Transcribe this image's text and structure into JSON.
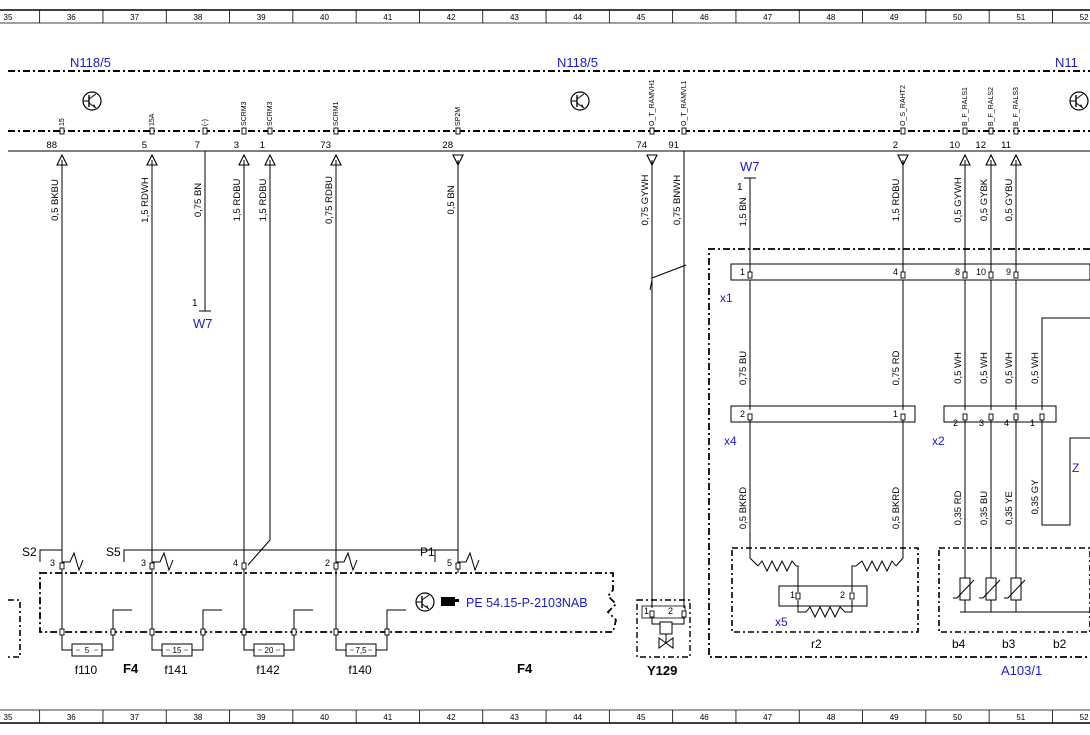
{
  "ruler": {
    "start": 35,
    "labels": [
      "35",
      "36",
      "37",
      "38",
      "39",
      "40",
      "41",
      "42",
      "43",
      "44",
      "45",
      "46",
      "47",
      "48",
      "49",
      "50",
      "51",
      "52"
    ]
  },
  "components": {
    "n118_left": "N118/5",
    "n118_right": "N118/5",
    "n118_cut": "N11",
    "f4_left": "F4",
    "f4_right": "F4",
    "y129": "Y129",
    "a103": "A103/1",
    "w7_left": "W7",
    "w7_right": "W7",
    "z_cut": "Z",
    "x1": "x1",
    "x4": "x4",
    "x2": "x2",
    "x5": "x5",
    "r2": "r2",
    "b4": "b4",
    "b3": "b3",
    "b2": "b2",
    "s2": "S2",
    "s5": "S5",
    "p1": "P1"
  },
  "reference": {
    "text": "PE 54.15-P-2103NAB"
  },
  "fuses": [
    {
      "value": "5",
      "name": "f110"
    },
    {
      "value": "15",
      "name": "f141"
    },
    {
      "value": "20",
      "name": "f142"
    },
    {
      "value": "7,5",
      "name": "f140"
    }
  ],
  "n118_pins": [
    {
      "signal": "15",
      "pin": "88",
      "direction": "out",
      "wire": "0,5 BKBU"
    },
    {
      "signal": "15A",
      "pin": "5",
      "direction": "out",
      "wire": "1,5 RDWH"
    },
    {
      "signal": "(-)",
      "pin": "7",
      "direction": "none",
      "wire": "0,75 BN"
    },
    {
      "signal": "SCRM3",
      "pin": "3",
      "direction": "out",
      "wire": "1,5 RDBU"
    },
    {
      "signal": "SCRM3",
      "pin": "1",
      "direction": "out",
      "wire": "1,5 RDBU"
    },
    {
      "signal": "SCRM1",
      "pin": "73",
      "direction": "out",
      "wire": "0,75 RDBU"
    },
    {
      "signal": "SP2M",
      "pin": "28",
      "direction": "in",
      "wire": "0,5 BN"
    },
    {
      "signal": "O_T_RAMVH1",
      "pin": "74",
      "direction": "in",
      "wire": "0,75 GYWH"
    },
    {
      "signal": "O_T_RAMVL1",
      "pin": "91",
      "direction": "none",
      "wire": "0,75 BNWH"
    },
    {
      "signal": "O_S_RAHT2",
      "pin": "2",
      "direction": "in",
      "wire": "1,5 RDBU"
    },
    {
      "signal": "B_F_RALS1",
      "pin": "10",
      "direction": "out",
      "wire": "0,5 GYWH"
    },
    {
      "signal": "B_F_RALS2",
      "pin": "12",
      "direction": "out",
      "wire": "0,5 GYBK"
    },
    {
      "signal": "B_F_RALS3",
      "pin": "11",
      "direction": "out",
      "wire": "0,5 GYBU"
    }
  ],
  "w7_pin": "1",
  "x1_pins": [
    "1",
    "4",
    "8",
    "10",
    "9"
  ],
  "x4_pins": [
    "2",
    "1"
  ],
  "x2_pins": [
    "2",
    "3",
    "4",
    "1"
  ],
  "x5_pins": [
    "1",
    "2"
  ],
  "y129_pins": [
    "1",
    "2"
  ],
  "wires_mid": [
    {
      "wire": "0,75 BU"
    },
    {
      "wire": "0,75 RD"
    },
    {
      "wire": "0,5 WH"
    },
    {
      "wire": "0,5 WH"
    },
    {
      "wire": "0,5 WH"
    },
    {
      "wire": "0,5 WH"
    }
  ],
  "wires_low": [
    {
      "wire": "0,5 BKRD"
    },
    {
      "wire": "0,5 BKRD"
    },
    {
      "wire": "0,35 RD"
    },
    {
      "wire": "0,35 BU"
    },
    {
      "wire": "0,35 YE"
    },
    {
      "wire": "0,35 GY"
    }
  ],
  "switch_pins": {
    "s2": "3",
    "s5": "3",
    "s5_bridge": "4",
    "middle": "2",
    "p1": "5"
  }
}
